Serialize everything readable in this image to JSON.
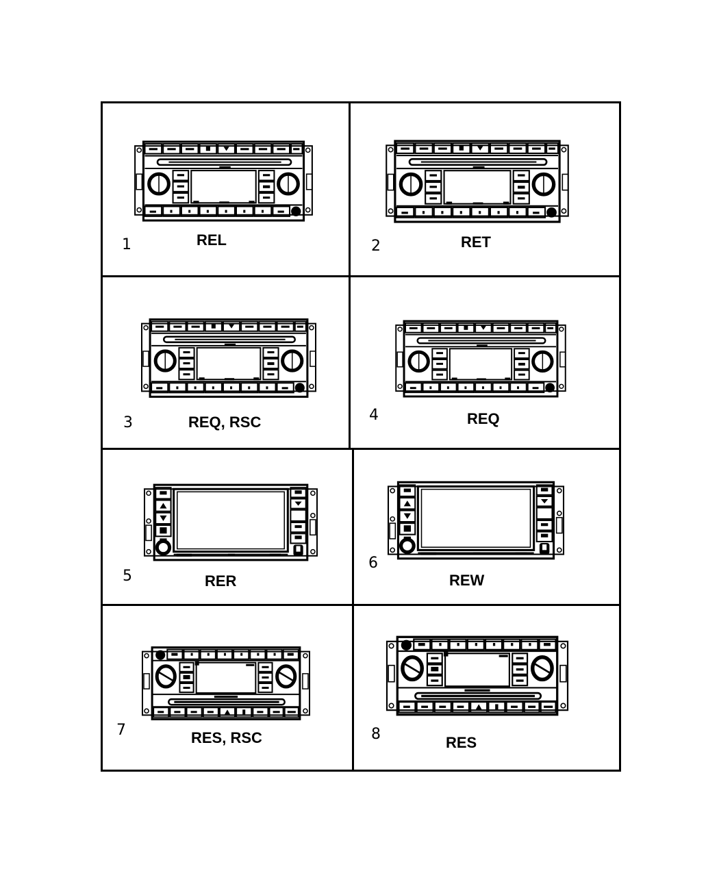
{
  "diagram": {
    "type": "parts-illustration-grid",
    "grid": {
      "rows": 4,
      "columns": 2
    },
    "line_color": "#000000",
    "background": "#ffffff",
    "items": [
      {
        "number": "1",
        "code": "REL",
        "style": "cd-radio-two-knobs"
      },
      {
        "number": "2",
        "code": "RET",
        "style": "cd-radio-two-knobs"
      },
      {
        "number": "3",
        "code": "REQ, RSC",
        "style": "cd-radio-two-knobs"
      },
      {
        "number": "4",
        "code": "REQ",
        "style": "cd-radio-two-knobs"
      },
      {
        "number": "5",
        "code": "RER",
        "style": "touchscreen-radio"
      },
      {
        "number": "6",
        "code": "REW",
        "style": "touchscreen-radio"
      },
      {
        "number": "7",
        "code": "RES, RSC",
        "style": "cd-radio-knobs-top-presets"
      },
      {
        "number": "8",
        "code": "RES",
        "style": "cd-radio-knobs-top-presets"
      }
    ]
  }
}
